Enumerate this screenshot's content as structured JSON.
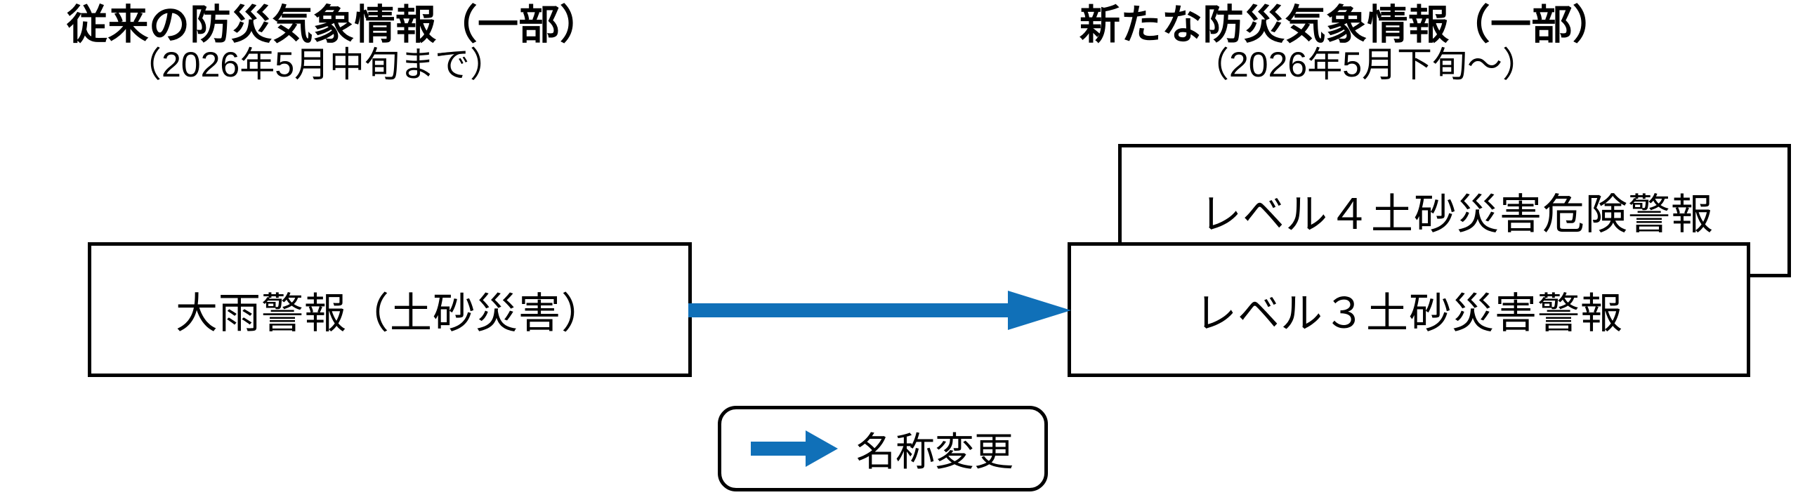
{
  "diagram": {
    "columns": [
      {
        "id": "old",
        "title": "従来の防災気象情報（一部）",
        "subtitle": "（2026年5月中旬まで）",
        "boxes": [
          {
            "id": "old-heavy-rain",
            "label": "大雨警報（土砂災害）"
          }
        ]
      },
      {
        "id": "new",
        "title": "新たな防災気象情報（一部）",
        "subtitle": "（2026年5月下旬〜）",
        "boxes": [
          {
            "id": "new-level4",
            "label": "レベル４土砂災害危険警報"
          },
          {
            "id": "new-level3",
            "label": "レベル３土砂災害警報"
          }
        ]
      }
    ],
    "connector": {
      "icon": "arrow-right-icon",
      "color": "#1070B8",
      "from": "old-heavy-rain",
      "to": "new-level3"
    },
    "legend": {
      "icon": "arrow-right-icon",
      "icon_color": "#1070B8",
      "label": "名称変更"
    },
    "colors": {
      "background": "#FFFFFF",
      "box_border": "#000000",
      "text": "#000000",
      "arrow_blue": "#1070B8"
    }
  }
}
